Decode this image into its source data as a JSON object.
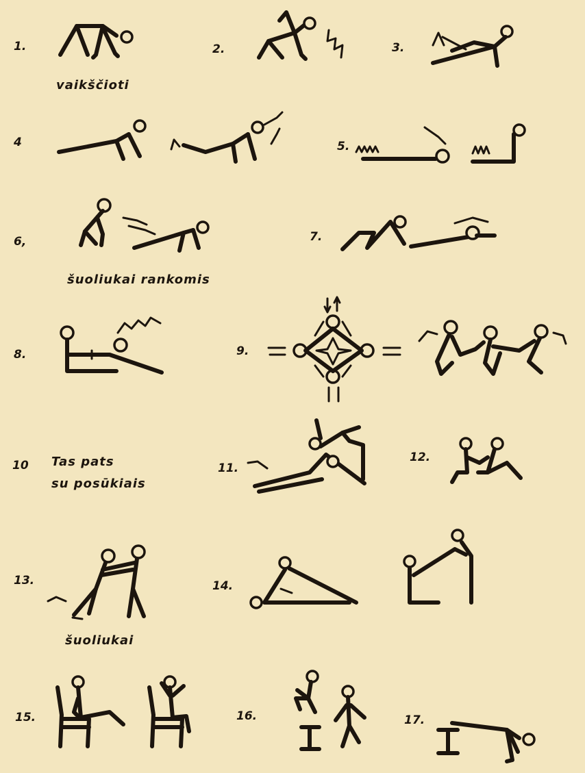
{
  "exercises": [
    {
      "num": "1.",
      "caption": "vaikščioti"
    },
    {
      "num": "2."
    },
    {
      "num": "3."
    },
    {
      "num": "4"
    },
    {
      "num": "5."
    },
    {
      "num": "6,",
      "caption": "šuoliukai rankomis"
    },
    {
      "num": "7."
    },
    {
      "num": "8."
    },
    {
      "num": "9."
    },
    {
      "num": "10",
      "caption_line1": "Tas pats",
      "caption_line2": "su posūkiais"
    },
    {
      "num": "11."
    },
    {
      "num": "12."
    },
    {
      "num": "13.",
      "caption": "šuoliukai"
    },
    {
      "num": "14."
    },
    {
      "num": "15."
    },
    {
      "num": "16."
    },
    {
      "num": "17."
    }
  ]
}
